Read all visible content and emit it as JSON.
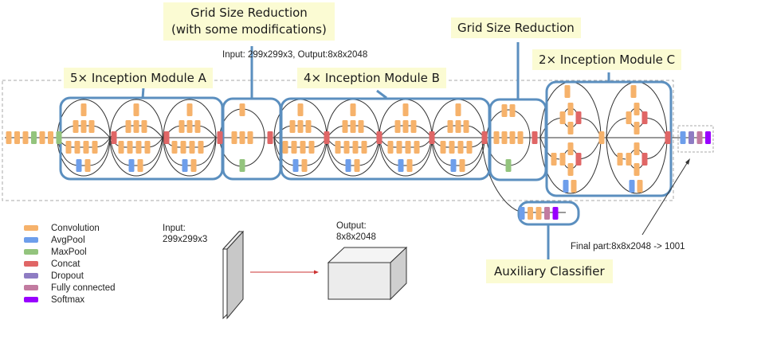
{
  "title": "Inception-v3 architecture overview",
  "io_summary": "Input: 299x299x3, Output:8x8x2048",
  "callouts": {
    "module_a": "5× Inception Module A",
    "grid_reduction_1_line1": "Grid Size Reduction",
    "grid_reduction_1_line2": "(with some modifications)",
    "module_b": "4× Inception Module B",
    "grid_reduction_2": "Grid Size Reduction",
    "module_c": "2× Inception Module C",
    "auxiliary": "Auxiliary Classifier"
  },
  "final_part": "Final part:8x8x2048 -> 1001",
  "legend": [
    {
      "label": "Convolution",
      "color": "#f6b26b",
      "key": "conv"
    },
    {
      "label": "AvgPool",
      "color": "#6d9eeb",
      "key": "avg"
    },
    {
      "label": "MaxPool",
      "color": "#93c47d",
      "key": "max"
    },
    {
      "label": "Concat",
      "color": "#e06666",
      "key": "concat"
    },
    {
      "label": "Dropout",
      "color": "#8e7cc3",
      "key": "drop"
    },
    {
      "label": "Fully connected",
      "color": "#c27ba0",
      "key": "fc"
    },
    {
      "label": "Softmax",
      "color": "#9900ff",
      "key": "soft"
    }
  ],
  "illustration": {
    "input_label_line1": "Input:",
    "input_label_line2": "299x299x3",
    "output_label_line1": "Output:",
    "output_label_line2": "8x8x2048"
  },
  "colors": {
    "module_border": "#5b8fbf",
    "callout_bg": "#fbfbd3",
    "edge": "#333333",
    "arrow_red": "#cc3333"
  },
  "stem_layers": [
    "conv",
    "conv",
    "conv",
    "max",
    "conv",
    "conv",
    "max"
  ],
  "head_layers": [
    "avg",
    "drop",
    "fc",
    "soft"
  ],
  "aux_layers": [
    "avg",
    "conv",
    "conv",
    "fc",
    "soft"
  ]
}
